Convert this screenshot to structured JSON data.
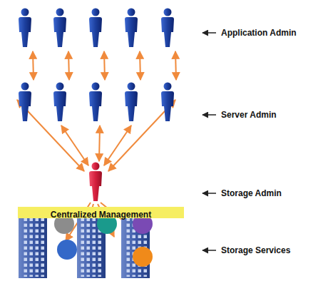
{
  "diagram": {
    "nodes": [
      {
        "text": [
          "Centralized Management"
        ]
      }
    ],
    "labels": [
      "Application Admin",
      "Server Admin",
      "Storage Admin",
      "Storage Services"
    ]
  }
}
